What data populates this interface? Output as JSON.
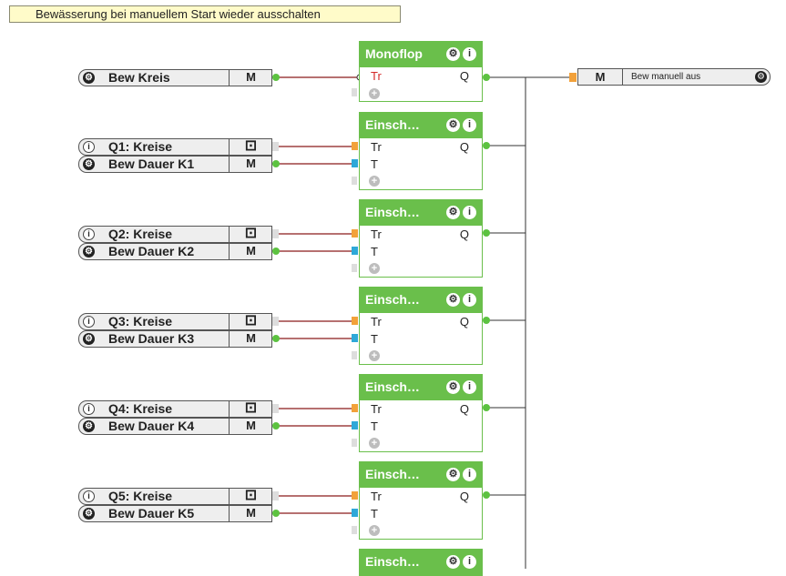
{
  "note": {
    "text": "Bewässerung bei manuellem Start wieder ausschalten"
  },
  "colors": {
    "block_green": "#6abf4b",
    "wire_red": "#8b1a1a",
    "port_orange": "#f2a13a",
    "port_blue": "#2ea8d8",
    "port_green": "#5cc240",
    "note_bg": "#fffbc9"
  },
  "icons": {
    "gear": "gear-icon",
    "info": "info-icon",
    "input_mode": "input-arrow-icon",
    "add": "plus-icon"
  },
  "inputs": [
    {
      "label": "Bew Kreis",
      "mode": "M",
      "icon": "gear"
    },
    {
      "label": "Q1: Kreise",
      "mode": "⊡",
      "icon": "info"
    },
    {
      "label": "Bew Dauer K1",
      "mode": "M",
      "icon": "gear"
    },
    {
      "label": "Q2: Kreise",
      "mode": "⊡",
      "icon": "info"
    },
    {
      "label": "Bew Dauer K2",
      "mode": "M",
      "icon": "gear"
    },
    {
      "label": "Q3: Kreise",
      "mode": "⊡",
      "icon": "info"
    },
    {
      "label": "Bew Dauer K3",
      "mode": "M",
      "icon": "gear"
    },
    {
      "label": "Q4: Kreise",
      "mode": "⊡",
      "icon": "info"
    },
    {
      "label": "Bew Dauer K4",
      "mode": "M",
      "icon": "gear"
    },
    {
      "label": "Q5: Kreise",
      "mode": "⊡",
      "icon": "info"
    },
    {
      "label": "Bew Dauer K5",
      "mode": "M",
      "icon": "gear"
    }
  ],
  "blocks": [
    {
      "title": "Monoflop",
      "in1": "Tr",
      "out": "Q"
    },
    {
      "title": "Einsch…",
      "in1": "Tr",
      "in2": "T",
      "out": "Q"
    },
    {
      "title": "Einsch…",
      "in1": "Tr",
      "in2": "T",
      "out": "Q"
    },
    {
      "title": "Einsch…",
      "in1": "Tr",
      "in2": "T",
      "out": "Q"
    },
    {
      "title": "Einsch…",
      "in1": "Tr",
      "in2": "T",
      "out": "Q"
    },
    {
      "title": "Einsch…",
      "in1": "Tr",
      "in2": "T",
      "out": "Q"
    },
    {
      "title": "Einsch…"
    }
  ],
  "output": {
    "mode": "M",
    "label": "Bew manuell aus"
  }
}
